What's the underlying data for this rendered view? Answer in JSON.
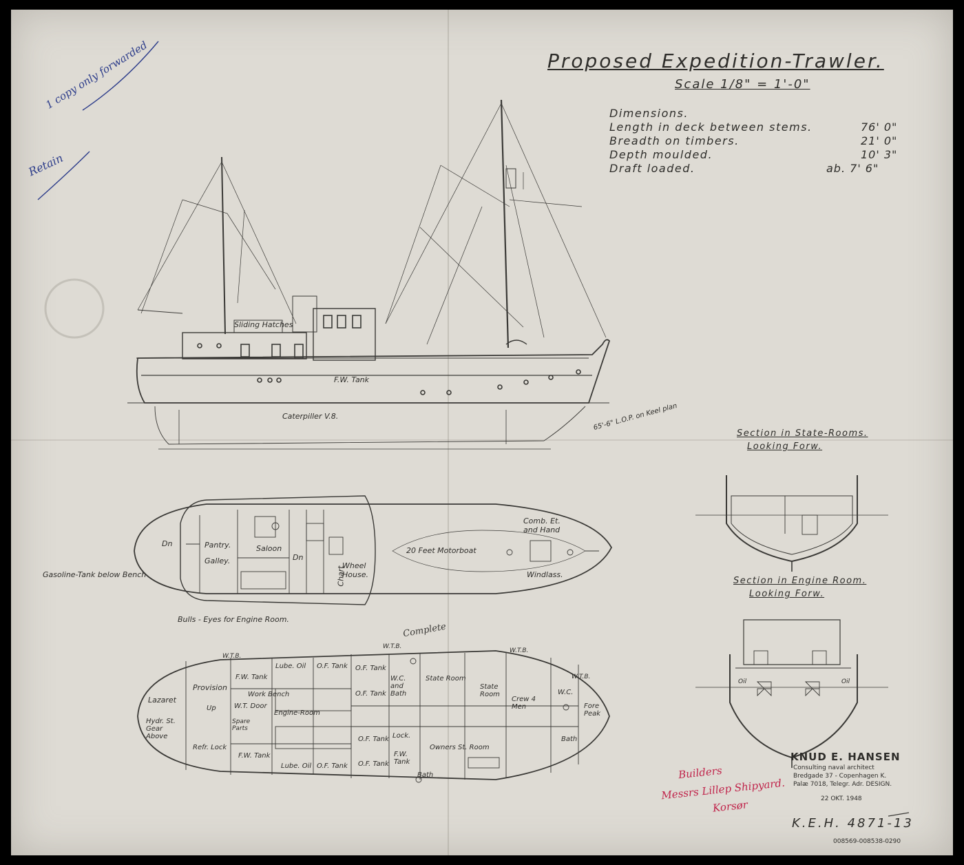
{
  "title": "Proposed Expedition-Trawler.",
  "scale": "Scale 1/8\" = 1'-0\"",
  "dimensions": {
    "heading": "Dimensions.",
    "rows": [
      {
        "label": "Length in deck between stems.",
        "value": "76' 0\""
      },
      {
        "label": "Breadth on timbers.",
        "value": "21' 0\""
      },
      {
        "label": "Depth moulded.",
        "value": "10' 3\""
      },
      {
        "label": "Draft loaded.",
        "value": "ab. 7' 6\""
      }
    ]
  },
  "profile_labels": {
    "hatches": "Sliding Hatches",
    "fw_tank": "F.W. Tank",
    "engine": "Caterpiller V.8.",
    "lop": "65'-6\" L.O.P. on Keel plan"
  },
  "deck_plan_labels": {
    "pantry": "Pantry.",
    "galley": "Galley.",
    "saloon": "Saloon",
    "dn": "Dn",
    "chart": "Chart",
    "wheel_house": "Wheel House.",
    "motorboat": "20 Feet Motorboat",
    "comb": "Comb. Et. and Hand",
    "windlass": "Windlass.",
    "gasoline": "Gasoline-Tank below Bench",
    "bullseyes": "Bulls - Eyes for Engine Room."
  },
  "lower_plan_labels": {
    "wtb": "W.T.B.",
    "provisions": "Provision",
    "fw_tank": "F.W. Tank",
    "lube_oil": "Lube. Oil",
    "of_tank": "O.F. Tank",
    "wc_bath": "W.C. and Bath",
    "state_room": "State Room",
    "state_room2": "State Room",
    "wc": "W.C.",
    "lazaret": "Lazaret",
    "up": "Up",
    "wt_door": "W.T. Door",
    "work_bench": "Work Bench",
    "engine_room": "Engine-Room",
    "spare_parts": "Spare Parts",
    "crew": "Crew 4 Men",
    "fore_peak": "Fore Peak",
    "hydr": "Hydr. St. Gear Above",
    "refr_lock": "Refr. Lock",
    "lock": "Lock.",
    "owners": "Owners St. Room",
    "bath": "Bath"
  },
  "sections": {
    "state_rooms": [
      "Section in State-Rooms.",
      "Looking Forw."
    ],
    "engine_room": [
      "Section in Engine Room.",
      "Looking Forw."
    ],
    "oil_left": "Oil",
    "oil_right": "Oil"
  },
  "firm": {
    "name": "KNUD E. HANSEN",
    "role": "Consulting naval architect",
    "address": "Bredgade 37 - Copenhagen K.",
    "contact": "Palæ 7018, Telegr. Adr. DESIGN."
  },
  "stamp_date": "22 OKT. 1948",
  "drawing_number": "K.E.H. 4871-13",
  "serial": "008569-008538-0290",
  "handwritten": {
    "note_top": "1 copy only forwarded",
    "retain": "Retain",
    "complete": "Complete",
    "red_note": [
      "Builders",
      "Messrs Lillep Shipyard.",
      "Korsør"
    ]
  },
  "colors": {
    "paper": "#dedbd4",
    "ink": "#3a3936",
    "red_ink": "#c0234a",
    "blue_ink": "#2c3c8a"
  }
}
